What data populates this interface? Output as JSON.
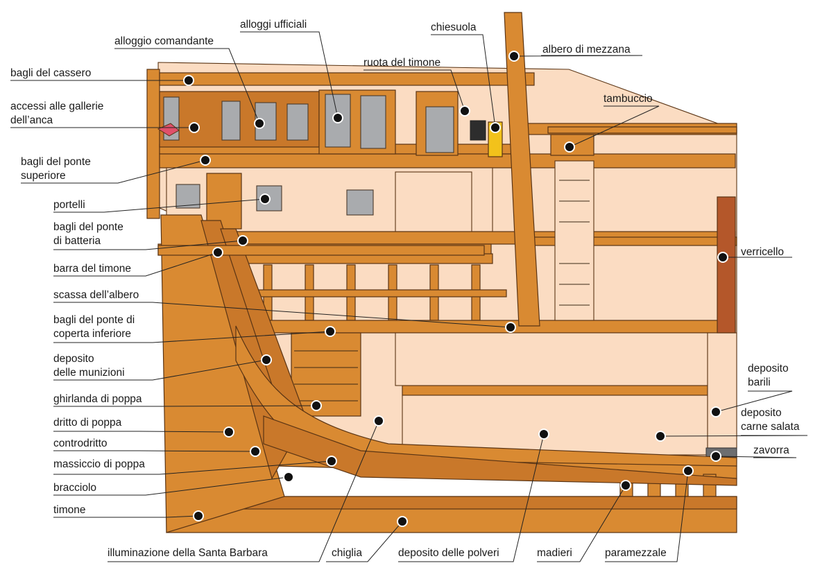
{
  "labels": [
    {
      "id": "bagli-del-cassero",
      "lines": [
        "bagli del cassero"
      ]
    },
    {
      "id": "accessi-alle-gallerie",
      "lines": [
        "accessi alle gallerie",
        "dell’anca"
      ]
    },
    {
      "id": "bagli-del-ponte-superiore",
      "lines": [
        "bagli del ponte",
        "superiore"
      ]
    },
    {
      "id": "portelli",
      "lines": [
        "portelli"
      ]
    },
    {
      "id": "bagli-del-ponte-di-batteria",
      "lines": [
        "bagli del ponte",
        "di batteria"
      ]
    },
    {
      "id": "barra-del-timone",
      "lines": [
        "barra del timone"
      ]
    },
    {
      "id": "scassa-dell-albero",
      "lines": [
        "scassa dell’albero"
      ]
    },
    {
      "id": "bagli-del-ponte-di-coperta-inferiore",
      "lines": [
        "bagli del ponte di",
        "coperta inferiore"
      ]
    },
    {
      "id": "deposito-delle-munizioni",
      "lines": [
        "deposito",
        "delle munizioni"
      ]
    },
    {
      "id": "ghirlanda-di-poppa",
      "lines": [
        "ghirlanda di poppa"
      ]
    },
    {
      "id": "dritto-di-poppa",
      "lines": [
        "dritto di poppa"
      ]
    },
    {
      "id": "controdritto",
      "lines": [
        "controdritto"
      ]
    },
    {
      "id": "massiccio-di-poppa",
      "lines": [
        "massiccio di poppa"
      ]
    },
    {
      "id": "bracciolo",
      "lines": [
        "bracciolo"
      ]
    },
    {
      "id": "timone",
      "lines": [
        "timone"
      ]
    },
    {
      "id": "illuminazione-della-santa-barbara",
      "lines": [
        "illuminazione della Santa Barbara"
      ]
    },
    {
      "id": "chiglia",
      "lines": [
        "chiglia"
      ]
    },
    {
      "id": "deposito-delle-polveri",
      "lines": [
        "deposito delle polveri"
      ]
    },
    {
      "id": "madieri",
      "lines": [
        "madieri"
      ]
    },
    {
      "id": "paramezzale",
      "lines": [
        "paramezzale"
      ]
    },
    {
      "id": "alloggio-comandante",
      "lines": [
        "alloggio comandante"
      ]
    },
    {
      "id": "alloggi-ufficiali",
      "lines": [
        "alloggi ufficiali"
      ]
    },
    {
      "id": "ruota-del-timone",
      "lines": [
        "ruota del timone"
      ]
    },
    {
      "id": "chiesuola",
      "lines": [
        "chiesuola"
      ]
    },
    {
      "id": "albero-di-mezzana",
      "lines": [
        "albero di mezzana"
      ]
    },
    {
      "id": "tambuccio",
      "lines": [
        "tambuccio"
      ]
    },
    {
      "id": "verricello",
      "lines": [
        "verricello"
      ]
    },
    {
      "id": "deposito-barili",
      "lines": [
        "deposito",
        "barili"
      ]
    },
    {
      "id": "deposito-carne-salata",
      "lines": [
        "deposito",
        "carne salata"
      ]
    },
    {
      "id": "zavorra",
      "lines": [
        "zavorra"
      ]
    }
  ],
  "colors": {
    "wood": "#d98a32",
    "wood_dark": "#c9782a",
    "interior": "#fbdcc2",
    "window_glass": "#a9abae",
    "ballast": "#6d6e70",
    "winch": "#b4572a",
    "lantern_red": "#e0506a",
    "binnacle_yellow": "#f2c21b",
    "marker": "#111111"
  }
}
